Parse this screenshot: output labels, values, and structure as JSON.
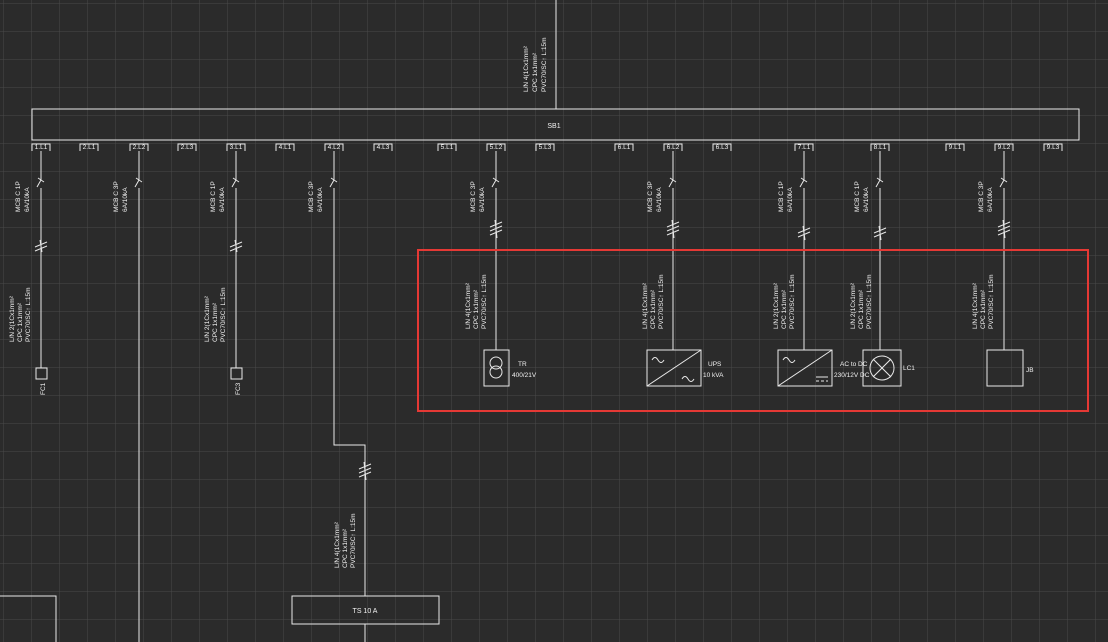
{
  "colors": {
    "background": "#2b2b2b",
    "grid": "#4a4a4a",
    "line": "#e8e8e8",
    "highlight": "#e53935"
  },
  "incoming_cable": {
    "lines": [
      "L/N  4(1Cx1mm²",
      "CPC  1x1mm²",
      "PVC70/SC↑  L:15m"
    ]
  },
  "busbar": {
    "label": "SB1"
  },
  "busbar_taps": [
    "1.L1",
    "2.L1",
    "2.L2",
    "2.L3",
    "3.L1",
    "4.L1",
    "4.L2",
    "4.L3",
    "5.L1",
    "5.L2",
    "5.L3",
    "6.L1",
    "6.L2",
    "6.L3",
    "7.L1",
    "8.L1",
    "9.L1",
    "9.L2",
    "9.L3"
  ],
  "breakers": [
    {
      "l1": "MCB C 1P",
      "l2": "6A/10kA"
    },
    {
      "l1": "MCB C 3P",
      "l2": "6A/10kA"
    },
    {
      "l1": "MCB C 1P",
      "l2": "6A/10kA"
    },
    {
      "l1": "MCB C 3P",
      "l2": "6A/10kA"
    },
    {
      "l1": "MCB C 3P",
      "l2": "6A/10kA"
    },
    {
      "l1": "MCB C 3P",
      "l2": "6A/10kA"
    },
    {
      "l1": "MCB C 1P",
      "l2": "6A/10kA"
    },
    {
      "l1": "MCB C 1P",
      "l2": "6A/10kA"
    },
    {
      "l1": "MCB C 3P",
      "l2": "6A/10kA"
    }
  ],
  "cables": [
    {
      "lines": [
        "L/N  2(1Cx1mm²",
        "CPC  1x1mm²",
        "PVC70/SC↑  L:15m"
      ]
    },
    {
      "lines": [
        "L/N  2(1Cx1mm²",
        "CPC  1x1mm²",
        "PVC70/SC↑  L:15m"
      ]
    },
    {
      "lines": [
        "L/N  4(1Cx1mm²",
        "CPC  1x1mm²",
        "PVC70/SC↑  L:15m"
      ]
    },
    {
      "lines": [
        "L/N  4(1Cx1mm²",
        "CPC  1x1mm²",
        "PVC70/SC↑  L:15m"
      ]
    },
    {
      "lines": [
        "L/N  4(1Cx1mm²",
        "CPC  1x1mm²",
        "PVC70/SC↑  L:15m"
      ]
    },
    {
      "lines": [
        "L/N  2(1Cx1mm²",
        "CPC  1x1mm²",
        "PVC70/SC↑  L:15m"
      ]
    },
    {
      "lines": [
        "L/N  2(1Cx1mm²",
        "CPC  1x1mm²",
        "PVC70/SC↑  L:15m"
      ]
    },
    {
      "lines": [
        "L/N  4(1Cx1mm²",
        "CPC  1x1mm²",
        "PVC70/SC↑  L:15m"
      ]
    }
  ],
  "loads": {
    "fc1": "FC1",
    "fc3": "FC3",
    "tr": {
      "l1": "TR",
      "l2": "400/21V"
    },
    "ups": {
      "l1": "UPS",
      "l2": "10 kVA"
    },
    "acdc": {
      "l1": "AC to DC",
      "l2": "230/12V DC"
    },
    "lc1": "LC1",
    "jb": "JB",
    "ts": "TS 10 A"
  }
}
